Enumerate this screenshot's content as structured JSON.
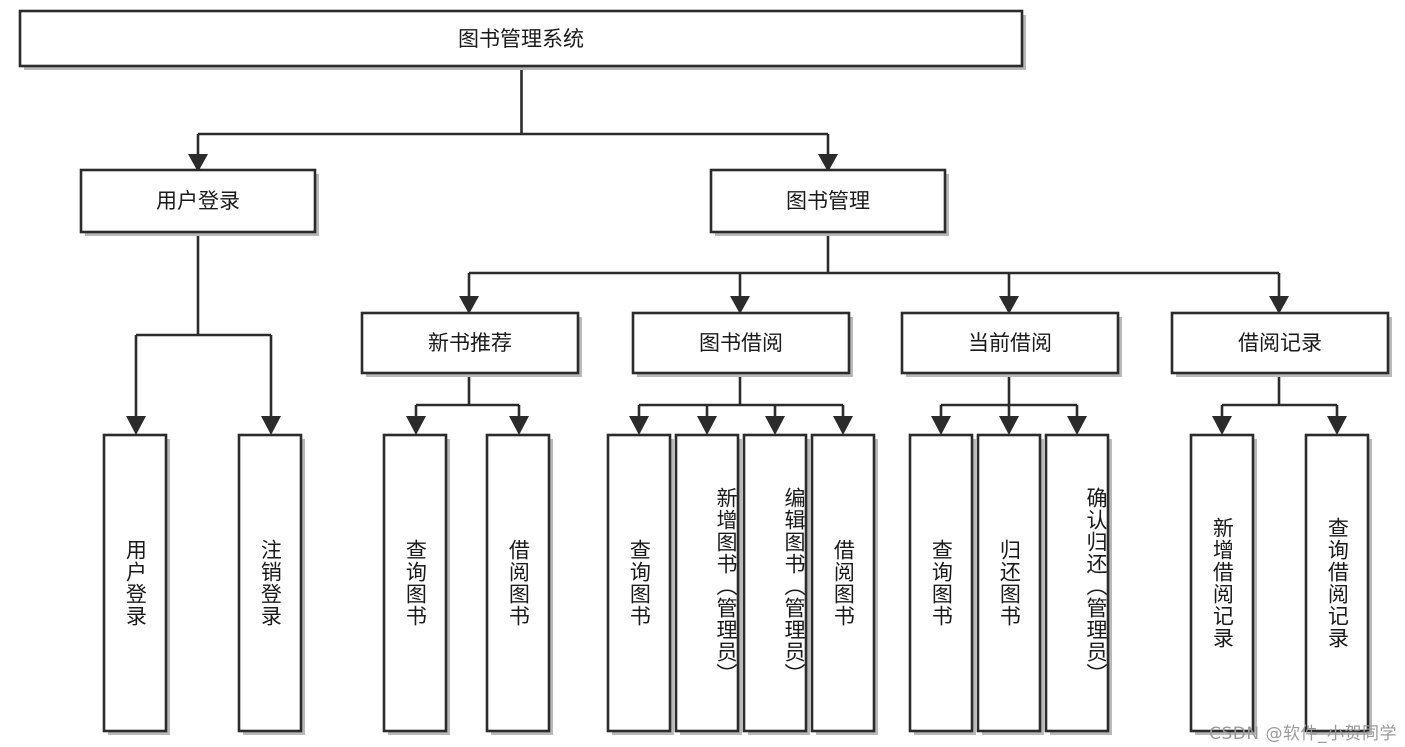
{
  "diagram": {
    "type": "tree-hierarchy-chart",
    "title_text": "图书管理系统",
    "orientation": "top-down",
    "colors": {
      "box_fill": "#ffffff",
      "box_stroke": "#2b2b2b",
      "text": "#1a1a1a",
      "shadow": "#b9b9b9",
      "background": "#ffffff",
      "watermark": "#9a9a9a"
    },
    "root": {
      "id": "root",
      "label": "图书管理系统"
    },
    "level1": [
      {
        "id": "user-login",
        "label": "用户登录"
      },
      {
        "id": "book-management",
        "label": "图书管理"
      }
    ],
    "level2": [
      {
        "id": "new-book-recommend",
        "label": "新书推荐",
        "parent": "book-management"
      },
      {
        "id": "book-borrow",
        "label": "图书借阅",
        "parent": "book-management"
      },
      {
        "id": "current-borrow",
        "label": "当前借阅",
        "parent": "book-management"
      },
      {
        "id": "borrow-record",
        "label": "借阅记录",
        "parent": "book-management"
      }
    ],
    "leaves": [
      {
        "id": "leaf-user-login",
        "label": "用户登录",
        "parent": "user-login"
      },
      {
        "id": "leaf-logout-login",
        "label": "注销登录",
        "parent": "user-login"
      },
      {
        "id": "leaf-query-book-1",
        "label": "查询图书",
        "parent": "new-book-recommend"
      },
      {
        "id": "leaf-borrow-book-1",
        "label": "借阅图书",
        "parent": "new-book-recommend"
      },
      {
        "id": "leaf-query-book-2",
        "label": "查询图书",
        "parent": "book-borrow"
      },
      {
        "id": "leaf-add-book",
        "label": "新增图书（管理员）",
        "parent": "book-borrow"
      },
      {
        "id": "leaf-edit-book",
        "label": "编辑图书（管理员）",
        "parent": "book-borrow"
      },
      {
        "id": "leaf-borrow-book-2",
        "label": "借阅图书",
        "parent": "book-borrow"
      },
      {
        "id": "leaf-query-book-3",
        "label": "查询图书",
        "parent": "current-borrow"
      },
      {
        "id": "leaf-return-book",
        "label": "归还图书",
        "parent": "current-borrow"
      },
      {
        "id": "leaf-confirm-return",
        "label": "确认归还（管理员）",
        "parent": "current-borrow"
      },
      {
        "id": "leaf-add-record",
        "label": "新增借阅记录",
        "parent": "borrow-record"
      },
      {
        "id": "leaf-query-record",
        "label": "查询借阅记录",
        "parent": "borrow-record"
      }
    ]
  },
  "watermark": {
    "text": "CSDN @软件_小贺同学"
  }
}
